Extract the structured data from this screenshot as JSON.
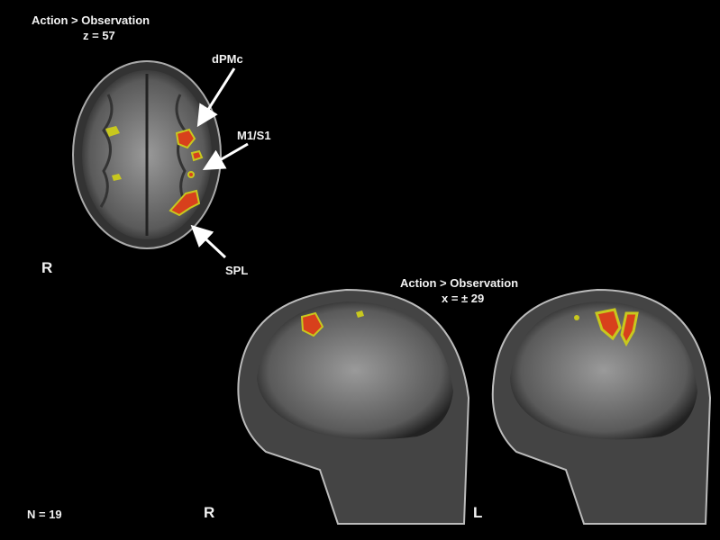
{
  "axial_panel": {
    "title": "Action > Observation",
    "slice": "z = 57",
    "side_label": "R",
    "regions": [
      "dPMc",
      "M1/S1",
      "SPL"
    ]
  },
  "sagittal_panel": {
    "title": "Action > Observation",
    "slice": "x = ± 29",
    "left_image_label": "R",
    "right_image_label": "L"
  },
  "sample_size": "N = 19",
  "colors": {
    "background": "#000000",
    "activation_strong": "#d8401c",
    "activation_weak": "#c8c81e"
  }
}
